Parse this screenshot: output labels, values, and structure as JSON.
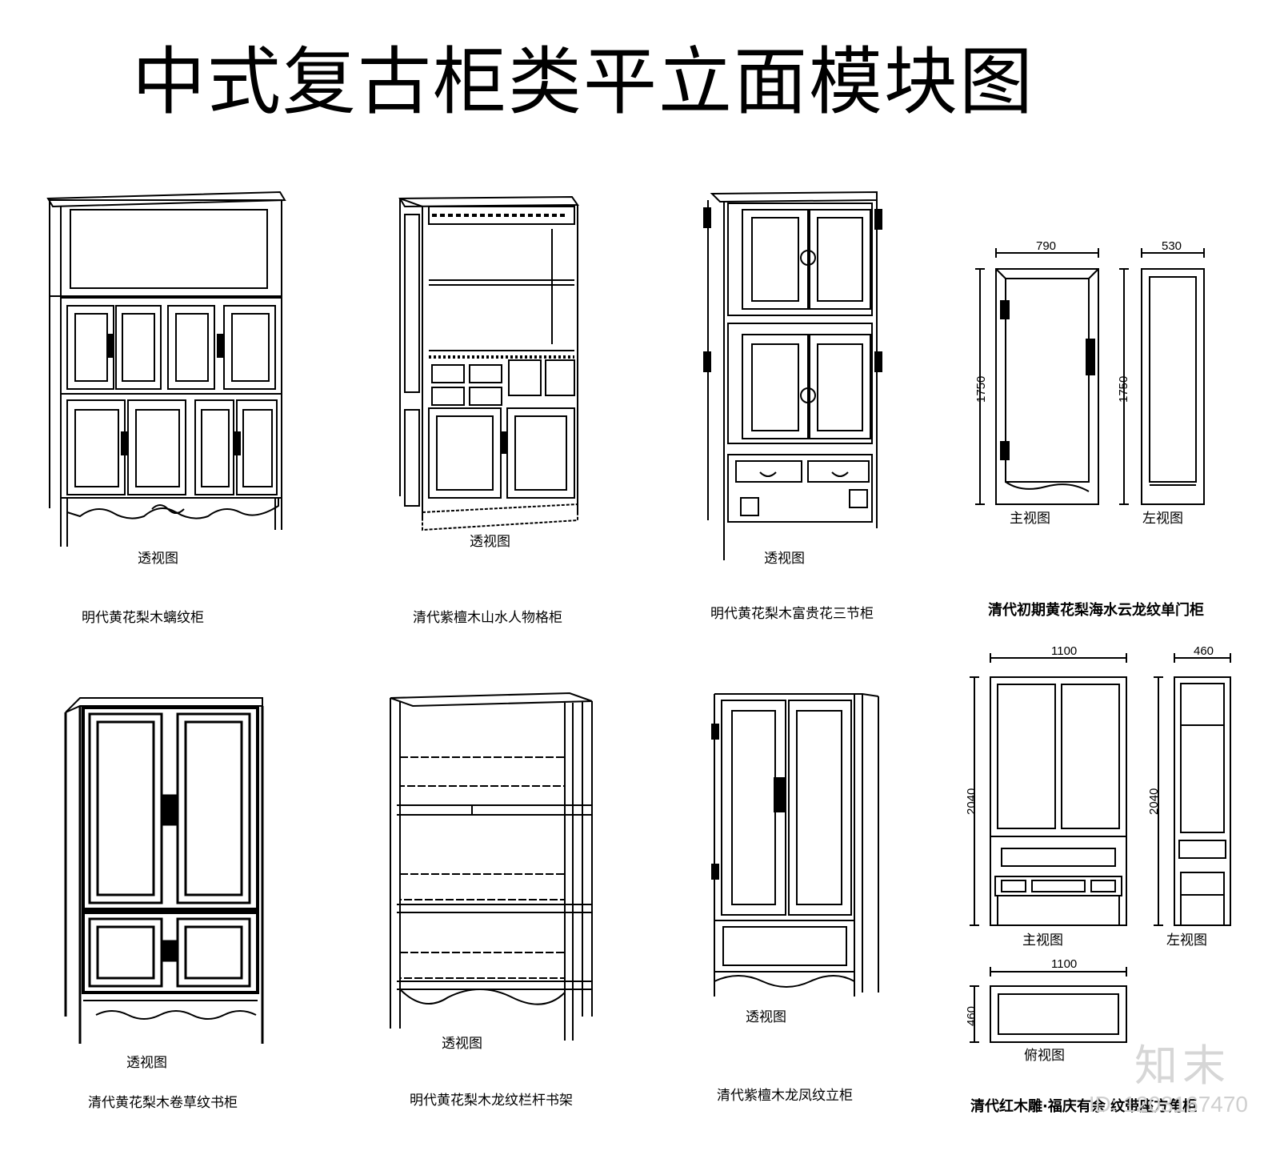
{
  "title": "中式复古柜类平立面模块图",
  "view_labels": {
    "perspective": "透视图",
    "front": "主视图",
    "left": "左视图",
    "top": "俯视图"
  },
  "items": [
    {
      "name": "明代黄花梨木螭纹柜"
    },
    {
      "name": "清代紫檀木山水人物格柜"
    },
    {
      "name": "明代黄花梨木富贵花三节柜"
    },
    {
      "name": "清代初期黄花梨海水云龙纹单门柜"
    },
    {
      "name": "清代黄花梨木卷草纹书柜"
    },
    {
      "name": "明代黄花梨木龙纹栏杆书架"
    },
    {
      "name": "清代紫檀木龙凤纹立柜"
    },
    {
      "name": "清代红木雕·福庆有余 纹带座方角柜"
    }
  ],
  "dimensions": {
    "single_door_width": "790",
    "single_door_depth": "530",
    "single_door_height": "1750",
    "square_cab_width": "1100",
    "square_cab_depth": "460",
    "square_cab_height": "2040"
  },
  "watermark": {
    "logo": "知末",
    "id": "ID: 1203167470"
  }
}
